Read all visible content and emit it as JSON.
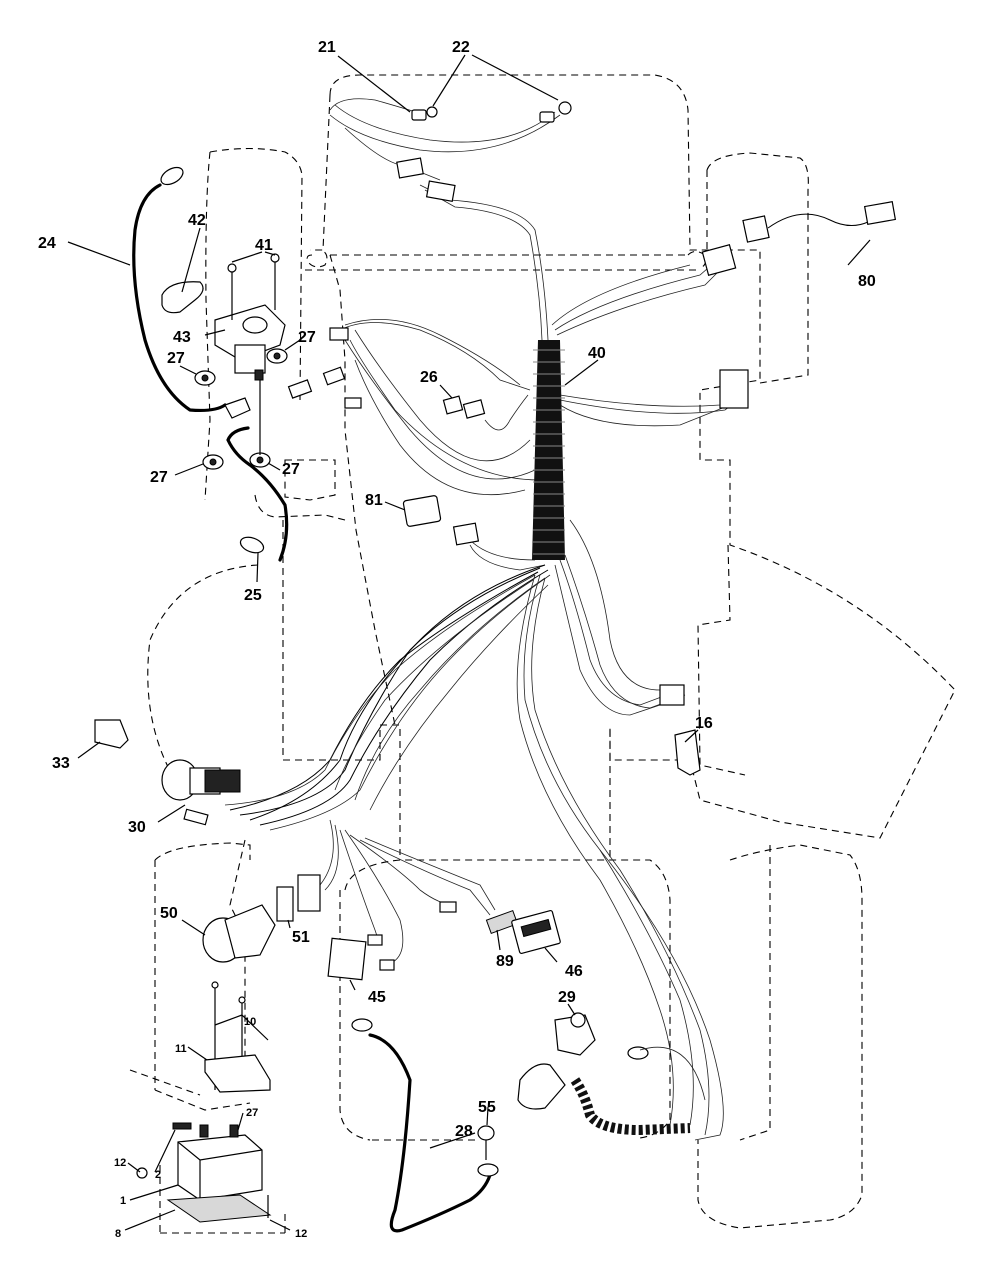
{
  "callouts": {
    "c21": "21",
    "c22": "22",
    "c24": "24",
    "c42": "42",
    "c41": "41",
    "c43": "43",
    "c27a": "27",
    "c27b": "27",
    "c27c": "27",
    "c27d": "27",
    "c40": "40",
    "c80": "80",
    "c26": "26",
    "c81": "81",
    "c25": "25",
    "c33": "33",
    "c16": "16",
    "c30": "30",
    "c50": "50",
    "c51": "51",
    "c89": "89",
    "c46": "46",
    "c45": "45",
    "c29": "29",
    "c10": "10",
    "c11": "11",
    "c27e": "27",
    "c55": "55",
    "c28": "28",
    "c12a": "12",
    "c2": "2",
    "c1": "1",
    "c8": "8",
    "c12b": "12"
  }
}
